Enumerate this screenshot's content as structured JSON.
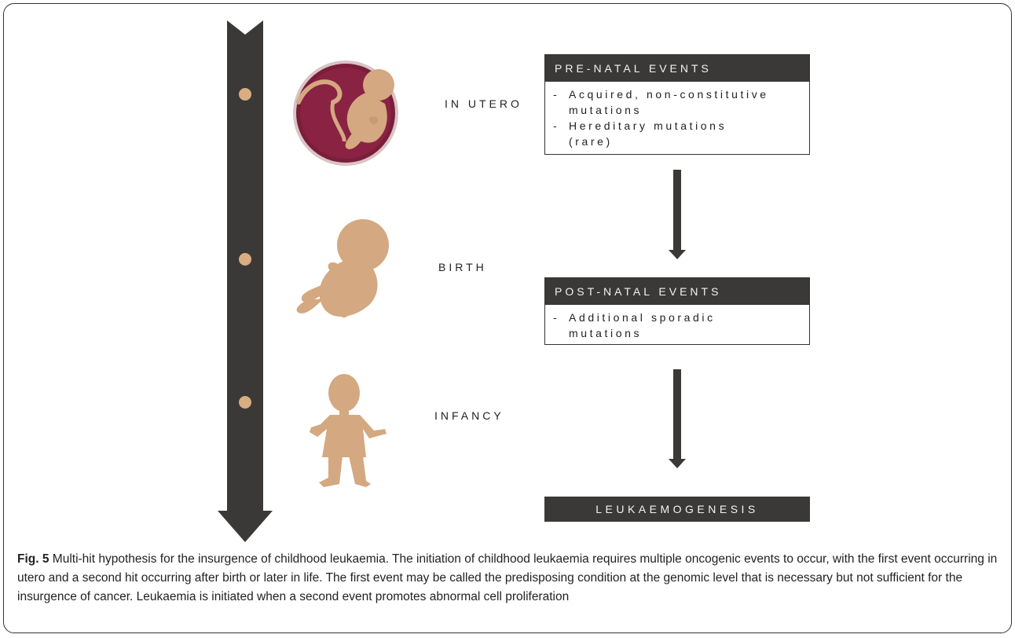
{
  "stages": {
    "in_utero": "IN UTERO",
    "birth": "BIRTH",
    "infancy": "INFANCY"
  },
  "prenatal": {
    "title": "PRE-NATAL EVENTS",
    "items": [
      "Acquired, non-constitutive mutations",
      "Hereditary mutations (rare)"
    ],
    "item_lines": [
      [
        "Acquired, non-constitutive",
        "mutations"
      ],
      [
        "Hereditary mutations",
        "(rare)"
      ]
    ]
  },
  "postnatal": {
    "title": "POST-NATAL EVENTS",
    "items": [
      "Additional sporadic mutations"
    ],
    "item_lines": [
      [
        "Additional sporadic",
        "mutations"
      ]
    ]
  },
  "outcome": "LEUKAEMOGENESIS",
  "caption": {
    "fig_label": "Fig. 5",
    "text": " Multi-hit hypothesis for the insurgence of childhood leukaemia. The initiation of childhood leukaemia requires multiple oncogenic events to occur, with the first event occurring in utero and a second hit occurring after birth or later in life. The first event may be called the predisposing condition at the genomic level that is necessary but not sufficient for the insurgence of cancer. Leukaemia is initiated when a second event promotes abnormal cell proliferation"
  },
  "colors": {
    "dark": "#3a3937",
    "skin": "#d4a880",
    "womb": "#7a1e3a",
    "dot": "#d9ad82"
  },
  "icons": [
    "fetus-icon",
    "baby-icon",
    "child-icon"
  ]
}
